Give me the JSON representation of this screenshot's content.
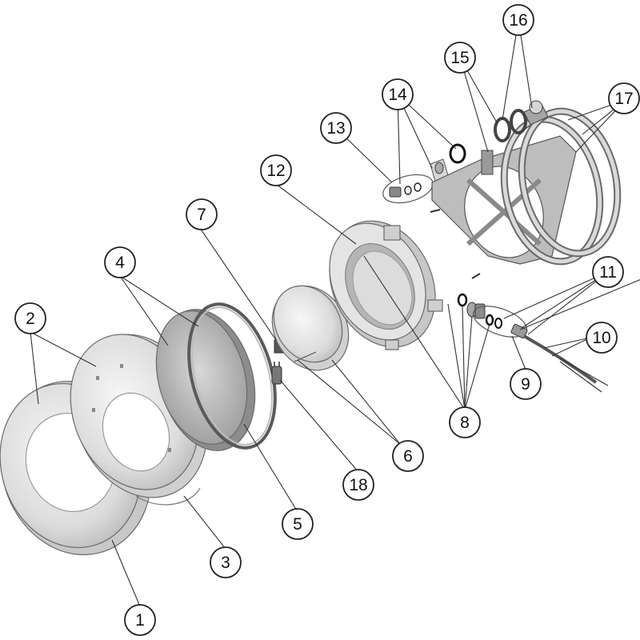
{
  "diagram": {
    "type": "exploded-parts-view",
    "parts": [
      {
        "id": "part-1",
        "label": "1"
      },
      {
        "id": "part-2",
        "label": "2"
      },
      {
        "id": "part-3",
        "label": "3"
      },
      {
        "id": "part-4",
        "label": "4"
      },
      {
        "id": "part-5",
        "label": "5"
      },
      {
        "id": "part-6",
        "label": "6"
      },
      {
        "id": "part-7",
        "label": "7"
      },
      {
        "id": "part-8",
        "label": "8"
      },
      {
        "id": "part-9",
        "label": "9"
      },
      {
        "id": "part-10",
        "label": "10"
      },
      {
        "id": "part-11",
        "label": "11"
      },
      {
        "id": "part-12",
        "label": "12"
      },
      {
        "id": "part-13",
        "label": "13"
      },
      {
        "id": "part-14",
        "label": "14"
      },
      {
        "id": "part-15",
        "label": "15"
      },
      {
        "id": "part-16",
        "label": "16"
      },
      {
        "id": "part-17",
        "label": "17"
      },
      {
        "id": "part-18",
        "label": "18"
      }
    ],
    "colors": {
      "background": "#ffffff",
      "part_fill": "#e6e6e6",
      "part_shadow": "#bdbdbd",
      "line": "#333333"
    }
  }
}
